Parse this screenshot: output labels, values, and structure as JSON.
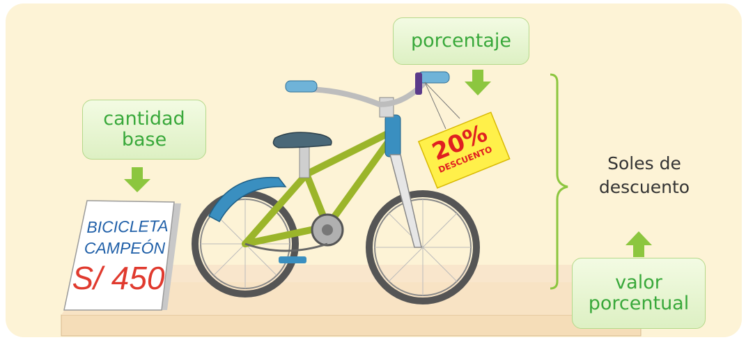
{
  "labels": {
    "cantidad_base_1": "cantidad",
    "cantidad_base_2": "base",
    "porcentaje": "porcentaje",
    "soles_1": "Soles de",
    "soles_2": "descuento",
    "valor_1": "valor",
    "valor_2": "porcentual"
  },
  "sign": {
    "line1": "BICICLETA",
    "line2": "CAMPEÓN",
    "price": "S/ 450"
  },
  "tag": {
    "percent": "20%",
    "word": "DESCUENTO"
  },
  "colors": {
    "panel": "#fdf3d6",
    "green_text": "#38a83a",
    "arrow": "#8cc63f",
    "price_red": "#e03a2e",
    "sign_blue": "#1f5fa8",
    "tag_yellow": "#fff04a"
  }
}
